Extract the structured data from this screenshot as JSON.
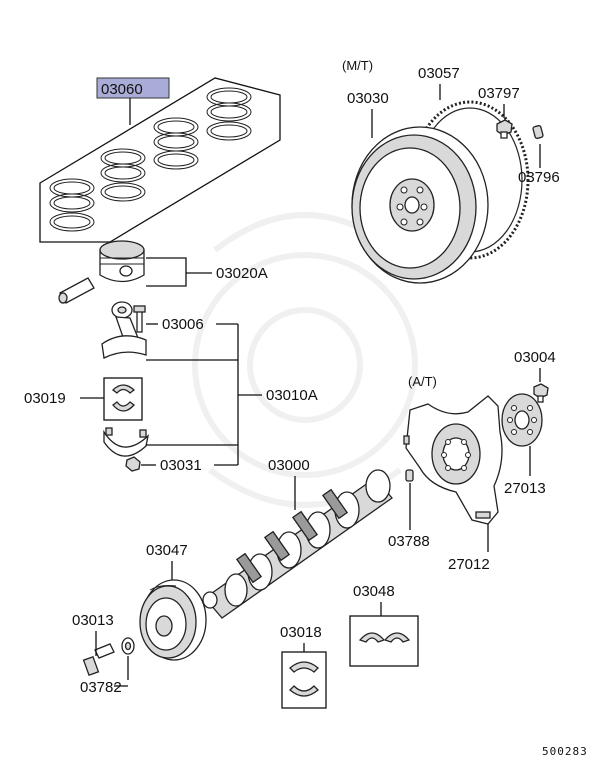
{
  "highlight_color": "#a9acd6",
  "labels": {
    "piston_rings": "03060",
    "piston": "03020A",
    "conn_rod_bolt": "03006",
    "conn_rod_assy": "03010A",
    "conn_rod_bearing": "03019",
    "conn_rod_nut": "03031",
    "crankshaft": "03000",
    "pulley": "03047",
    "pulley_bolt": "03013",
    "pulley_washer": "03782",
    "main_bearing": "03018",
    "thrust_bearing": "03048",
    "mt_note": "(M/T)",
    "flywheel": "03030",
    "ring_gear": "03057",
    "flywheel_bolt": "03797",
    "flywheel_pin": "03796",
    "at_note": "(A/T)",
    "drive_plate_bolt": "03004",
    "adapter_plate": "27013",
    "drive_plate": "27012",
    "dowel_pin": "03788"
  },
  "footer_code": "500283"
}
